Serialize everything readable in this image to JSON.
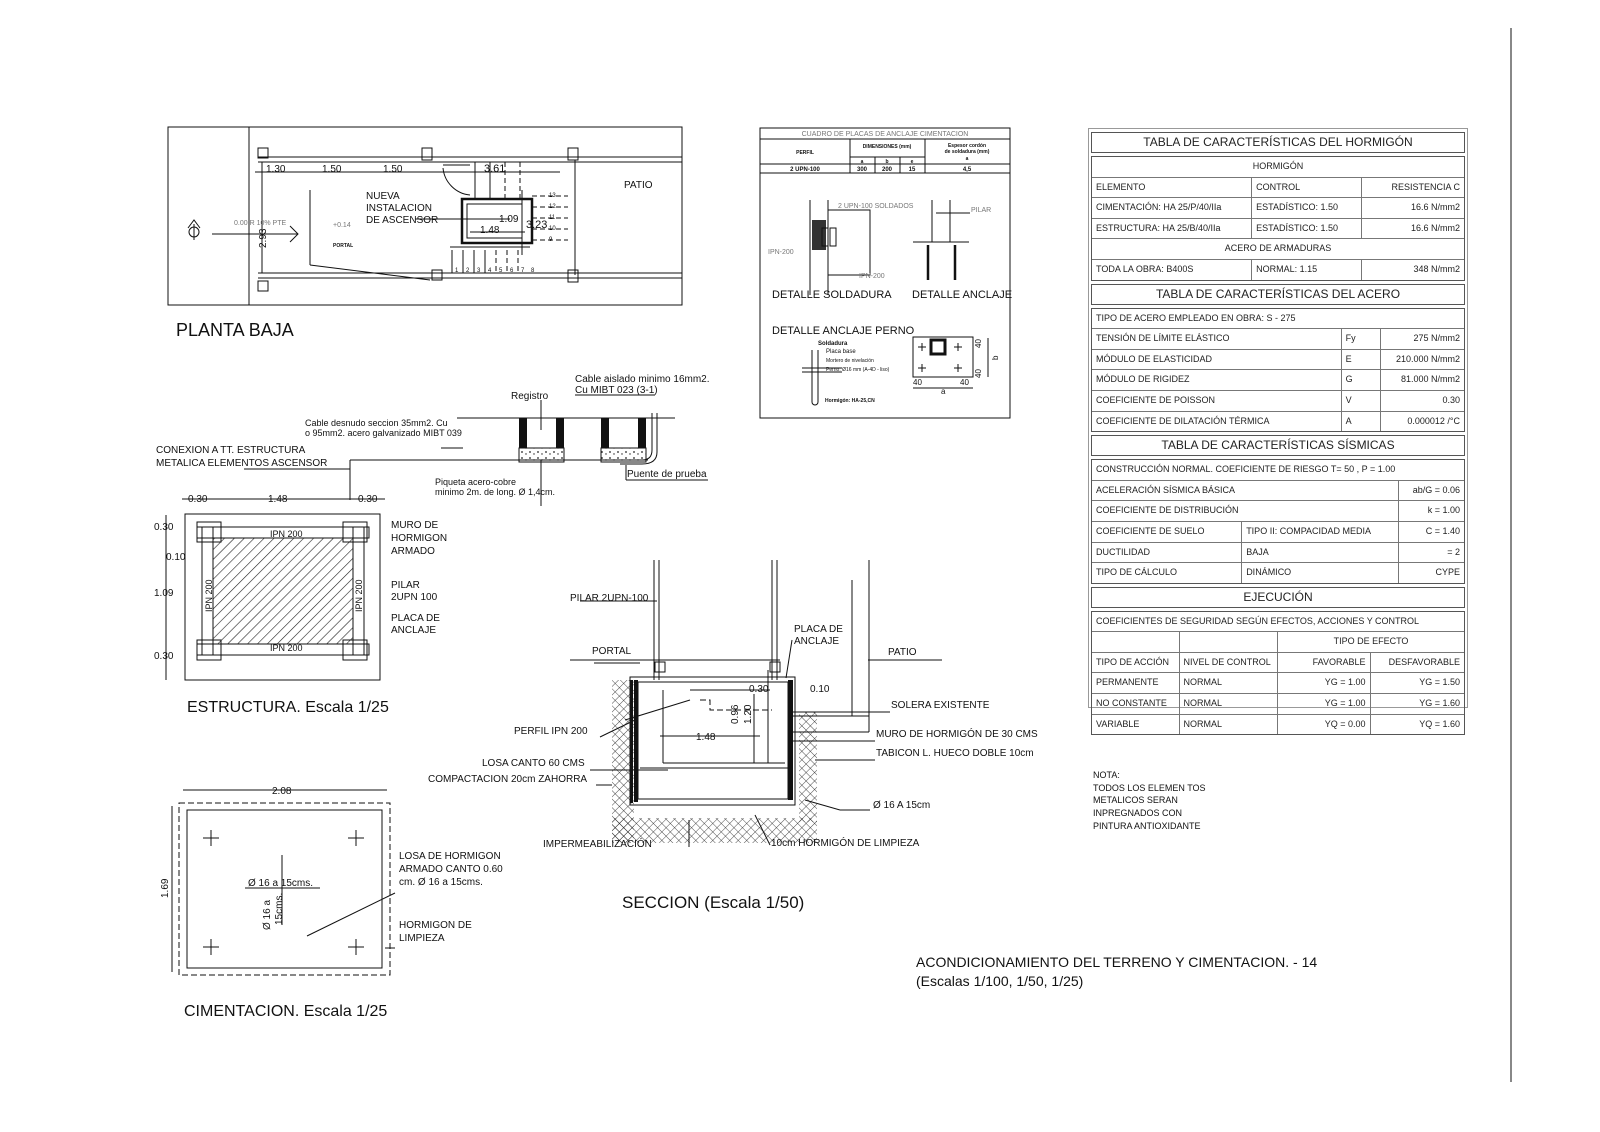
{
  "planta_baja": {
    "title": "PLANTA BAJA",
    "dims": [
      "1.30",
      "1.50",
      "1.50",
      "3.61",
      "2.93",
      "1.09",
      "3.23",
      "1.48"
    ],
    "label_lines": [
      "NUEVA",
      "INSTALACION",
      "DE ASCENSOR"
    ],
    "level_entry": "0.00  R  10% PTE",
    "level_portal": "+0.14",
    "portal": "PORTAL",
    "patio": "PATIO",
    "stair_steps": [
      "1",
      "2",
      "3",
      "4",
      "5",
      "6",
      "7",
      "8",
      "9",
      "10",
      "11",
      "12",
      "13"
    ]
  },
  "puesta_tierra": {
    "cable_aislado": [
      "Cable aislado minimo 16mm2.",
      "Cu MIBT 023 (3-1)"
    ],
    "registro": "Registro",
    "cable_desnudo": [
      "Cable desnudo seccion 35mm2. Cu",
      "o 95mm2. acero galvanizado MIBT 039"
    ],
    "conexion": [
      "CONEXION A TT. ESTRUCTURA",
      "METALICA ELEMENTOS ASCENSOR"
    ],
    "piqueta": [
      "Piqueta acero-cobre",
      "minimo 2m. de long. Ø 1,4cm."
    ],
    "puente": "Puente de prueba"
  },
  "estructura": {
    "title": "ESTRUCTURA. Escala 1/25",
    "dims": [
      "0.30",
      "1.48",
      "0.30",
      "0.30",
      "0.10",
      "1.09",
      "0.30"
    ],
    "ipn": "IPN 200",
    "muro": [
      "MURO DE",
      "HORMIGON",
      "ARMADO"
    ],
    "pilar": [
      "PILAR",
      "2UPN 100"
    ],
    "placa": [
      "PLACA DE",
      "ANCLAJE"
    ]
  },
  "cimentacion": {
    "title": "CIMENTACION. Escala 1/25",
    "dims": [
      "2.08",
      "1.69"
    ],
    "losa": [
      "LOSA DE HORMIGON",
      "ARMADO CANTO 0.60",
      "cm. Ø 16 a 15cms."
    ],
    "armado_h": "Ø 16 a 15cms.",
    "armado_v": [
      "Ø 16 a",
      "15cms."
    ],
    "limpieza": [
      "HORMIGON DE",
      "LIMPIEZA"
    ]
  },
  "seccion": {
    "title": "SECCION  (Escala 1/50)",
    "pilar": "PILAR 2UPN-100",
    "portal": "PORTAL",
    "placa": [
      "PLACA DE",
      "ANCLAJE"
    ],
    "patio": "PATIO",
    "dims": [
      "0.30",
      "0.10",
      "0.96",
      "1.20",
      "1.48"
    ],
    "solera": "SOLERA EXISTENTE",
    "muro": "MURO DE HORMIGÓN DE 30 CMS",
    "tabicon": "TABICON L. HUECO DOBLE 10cm",
    "perfil": "PERFIL IPN 200",
    "losa": "LOSA CANTO 60 CMS",
    "compactacion": "COMPACTACION 20cm ZAHORRA",
    "armado": "Ø 16  A 15cm",
    "impermeabilizacion": "IMPERMEABILIZACIÓN",
    "limpieza": "10cm HORMIGÓN DE LIMPIEZA"
  },
  "detalles": {
    "cuadro_title": "CUADRO DE PLACAS DE ANCLAJE CIMENTACION",
    "headers": [
      "PERFIL",
      "DIMENSIONES (mm)",
      "a",
      "b",
      "e",
      "Espesor cordón",
      "de soldadura (mm)",
      "a"
    ],
    "row": [
      "2 UPN-100",
      "300",
      "200",
      "15",
      "4,5"
    ],
    "soldados": "2 UPN-100 SOLDADOS",
    "pilar": "PILAR",
    "ipn_a": "IPN-200",
    "ipn_b": "IPN-200",
    "detalle_soldadura": "DETALLE SOLDADURA",
    "detalle_anclaje": "DETALLE ANCLAJE",
    "detalle_perno": "DETALLE ANCLAJE PERNO",
    "perno_labels": [
      "Soldadura",
      "Placa base",
      "Mortero de nivelación",
      "Perno: Ø16 mm (A-4D - liso)",
      "Hormigón: HA-25,CN"
    ],
    "placa_dims": [
      "40",
      "40",
      "40",
      "40",
      "a",
      "b"
    ]
  },
  "tables": [
    {
      "title": "TABLA DE CARACTERÍSTICAS DEL HORMIGÓN",
      "kind": "hormigon",
      "rows": [
        [
          {
            "t": "HORMIGÓN",
            "c": true
          }
        ],
        [
          "ELEMENTO",
          "CONTROL",
          "RESISTENCIA C"
        ],
        [
          "CIMENTACIÓN: HA 25/P/40/IIa",
          "ESTADÍSTICO: 1.50",
          "16.6 N/mm2"
        ],
        [
          "ESTRUCTURA: HA 25/B/40/IIa",
          "ESTADÍSTICO: 1.50",
          "16.6 N/mm2"
        ],
        [
          {
            "t": "ACERO DE ARMADURAS",
            "c": true
          }
        ],
        [
          "TODA LA OBRA: B400S",
          "NORMAL: 1.15",
          "348 N/mm2"
        ]
      ]
    },
    {
      "title": "TABLA DE CARACTERÍSTICAS DEL ACERO",
      "kind": "acero",
      "rows": [
        [
          {
            "t": "TIPO DE ACERO EMPLEADO EN OBRA: S - 275"
          }
        ],
        [
          "TENSIÓN DE LÍMITE ELÁSTICO",
          "Fy",
          "275 N/mm2"
        ],
        [
          "MÓDULO DE ELASTICIDAD",
          "E",
          "210.000 N/mm2"
        ],
        [
          "MÓDULO DE RIGIDEZ",
          "G",
          "81.000 N/mm2"
        ],
        [
          "COEFICIENTE DE POISSON",
          "V",
          "0.30"
        ],
        [
          "COEFICIENTE DE DILATACIÓN TÉRMICA",
          "A",
          "0.000012 /°C"
        ]
      ]
    },
    {
      "title": "TABLA DE CARACTERÍSTICAS SÍSMICAS",
      "kind": "sismica",
      "rows": [
        [
          {
            "t": "CONSTRUCCIÓN NORMAL. COEFICIENTE DE RIESGO T= 50 , P = 1.00"
          }
        ],
        [
          "ACELERACIÓN SÍSMICA BÁSICA",
          "ab/G = 0.06"
        ],
        [
          "COEFICIENTE DE DISTRIBUCIÓN",
          "k = 1.00"
        ],
        [
          "COEFICIENTE DE SUELO",
          "TIPO II: COMPACIDAD MEDIA",
          "C = 1.40"
        ],
        [
          "DUCTILIDAD",
          "BAJA",
          "= 2"
        ],
        [
          "TIPO DE CÁLCULO",
          "DINÁMICO",
          "CYPE"
        ]
      ]
    },
    {
      "title": "EJECUCIÓN",
      "kind": "ejecucion",
      "rows": [
        [
          {
            "t": "COEFICIENTES DE SEGURIDAD SEGÚN EFECTOS, ACCIONES Y CONTROL"
          }
        ],
        [
          "",
          "",
          {
            "t": "TIPO DE EFECTO",
            "c": true
          }
        ],
        [
          "TIPO DE ACCIÓN",
          "NIVEL DE CONTROL",
          "FAVORABLE",
          "DESFAVORABLE"
        ],
        [
          "PERMANENTE",
          "NORMAL",
          "YG = 1.00",
          "YG = 1.50"
        ],
        [
          "NO CONSTANTE",
          "NORMAL",
          "YG = 1.00",
          "YG = 1.60"
        ],
        [
          "VARIABLE",
          "NORMAL",
          "YQ = 0.00",
          "YQ = 1.60"
        ]
      ]
    }
  ],
  "nota": [
    "NOTA:",
    "TODOS LOS ELEMEN TOS",
    "METALICOS SERAN",
    "INPREGNADOS CON",
    "PINTURA ANTIOXIDANTE"
  ],
  "sheet_title": [
    "ACONDICIONAMIENTO DEL TERRENO Y CIMENTACION. - 14",
    "(Escalas 1/100, 1/50, 1/25)"
  ]
}
